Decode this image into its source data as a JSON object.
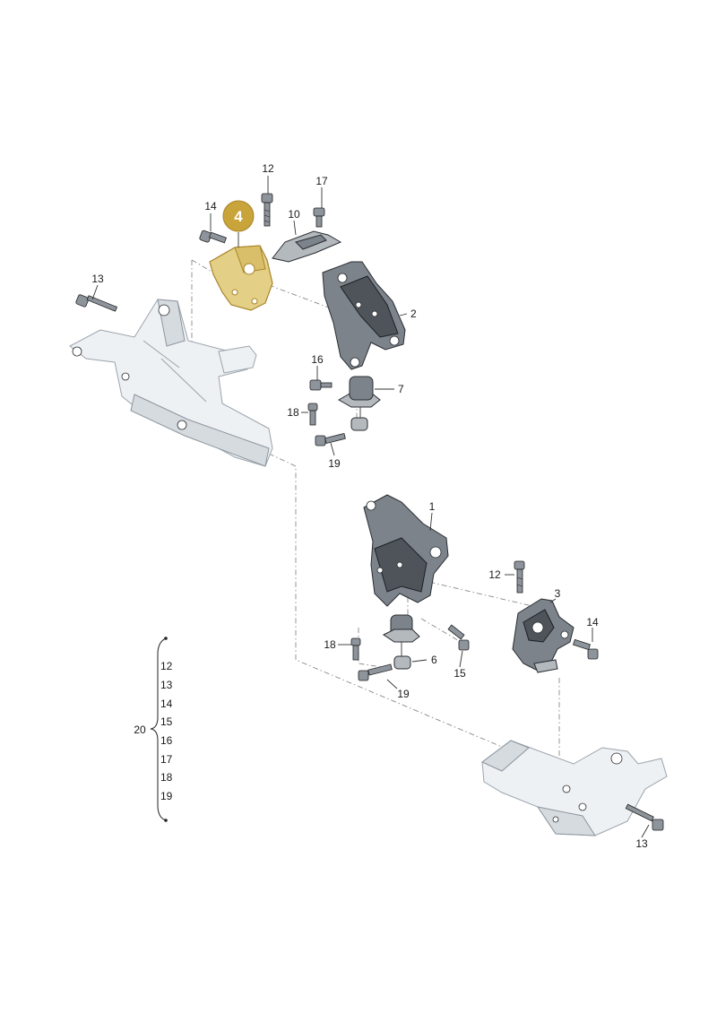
{
  "highlight": {
    "label": "4",
    "color": "#c9a43a",
    "fill": "#e4cf86"
  },
  "callouts": {
    "c12_top": "12",
    "c17": "17",
    "c14_top": "14",
    "c10": "10",
    "c13_left": "13",
    "c2": "2",
    "c16": "16",
    "c7": "7",
    "c18_upper": "18",
    "c19_upper": "19",
    "c1": "1",
    "c12_right": "12",
    "c3": "3",
    "c14_right": "14",
    "c18_lower": "18",
    "c6": "6",
    "c15": "15",
    "c19_lower": "19",
    "c13_right": "13"
  },
  "kit": {
    "label": "20",
    "items": [
      "12",
      "13",
      "14",
      "15",
      "16",
      "17",
      "18",
      "19"
    ]
  }
}
